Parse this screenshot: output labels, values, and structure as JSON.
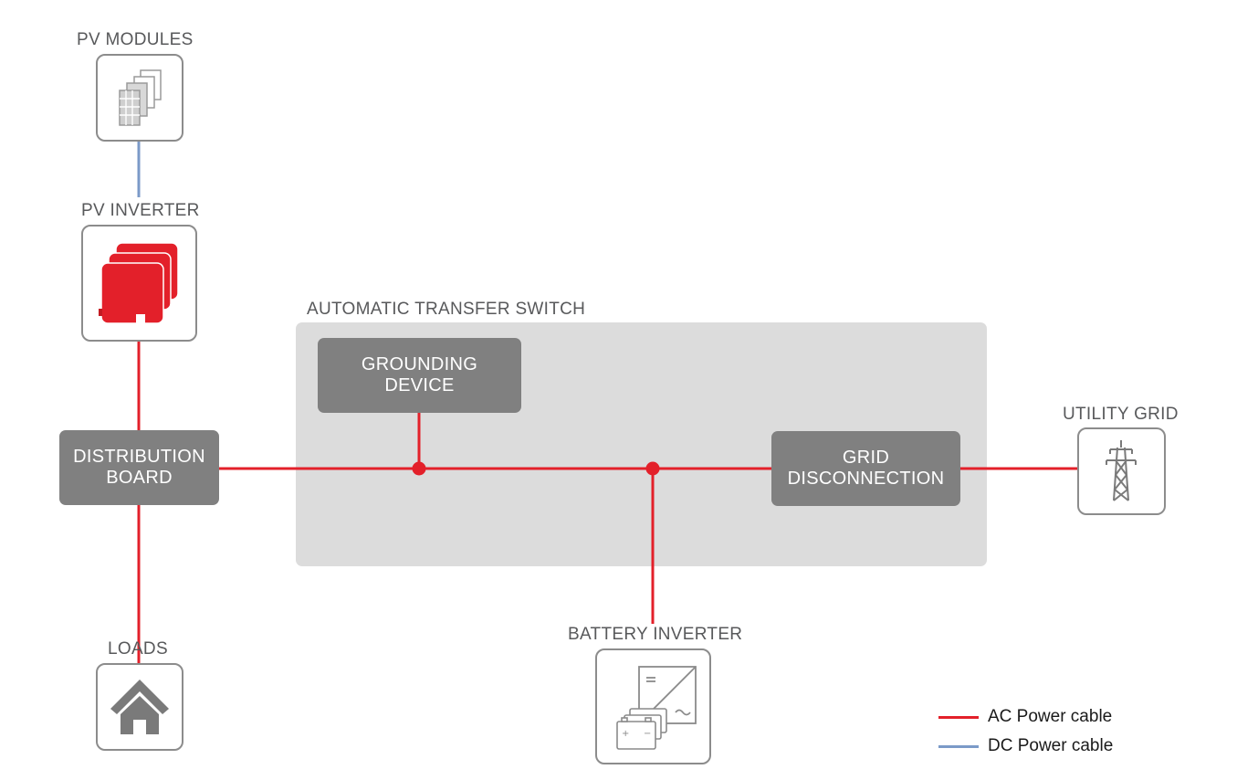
{
  "colors": {
    "ac": "#e3202a",
    "dc": "#7b9ac8",
    "box_dark": "#808080",
    "ats_bg": "#dcdcdc",
    "icon_border": "#8c8c8c",
    "label_text": "#58595b"
  },
  "nodes": {
    "pv_modules": {
      "label": "PV MODULES",
      "icon": "solar-panels-icon"
    },
    "pv_inverter": {
      "label": "PV INVERTER",
      "icon": "inverter-icon"
    },
    "distribution_board": {
      "line1": "DISTRIBUTION",
      "line2": "BOARD"
    },
    "loads": {
      "label": "LOADS",
      "icon": "house-icon"
    },
    "ats": {
      "label": "AUTOMATIC TRANSFER SWITCH"
    },
    "grounding_device": {
      "line1": "GROUNDING",
      "line2": "DEVICE"
    },
    "grid_disconnection": {
      "line1": "GRID",
      "line2": "DISCONNECTION"
    },
    "utility_grid": {
      "label": "UTILITY GRID",
      "icon": "power-tower-icon"
    },
    "battery_inverter": {
      "label": "BATTERY INVERTER",
      "icon": "battery-inverter-icon"
    }
  },
  "legend": {
    "ac": "AC Power cable",
    "dc": "DC Power cable"
  }
}
